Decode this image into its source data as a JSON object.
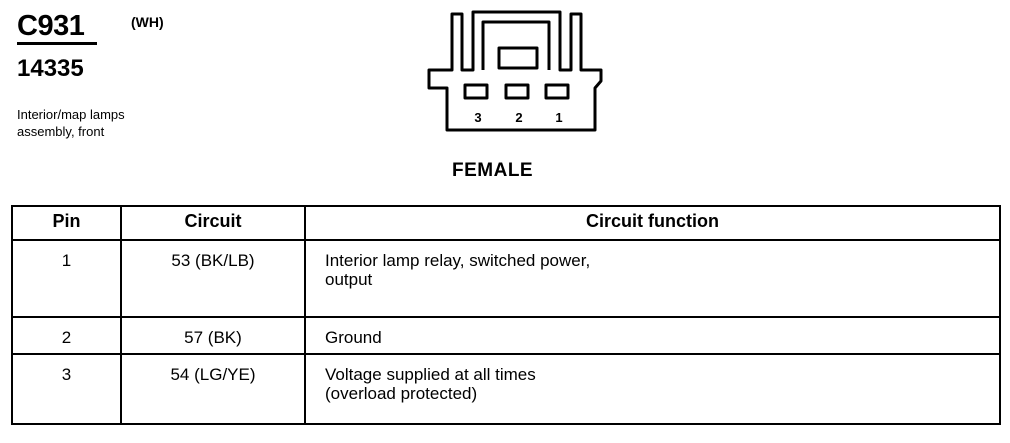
{
  "connector": {
    "id": "C931",
    "color": "(WH)",
    "part_number": "14335",
    "description": [
      "Interior/map lamps",
      "assembly, front"
    ],
    "gender": "FEMALE"
  },
  "diagram": {
    "cavity_numbers": [
      "3",
      "2",
      "1"
    ]
  },
  "table": {
    "headers": {
      "pin": "Pin",
      "circuit": "Circuit",
      "function": "Circuit function"
    },
    "rows": [
      {
        "pin": "1",
        "circuit": "53 (BK/LB)",
        "function": [
          "Interior lamp relay, switched power,",
          "output"
        ]
      },
      {
        "pin": "2",
        "circuit": "57 (BK)",
        "function": [
          "Ground"
        ]
      },
      {
        "pin": "3",
        "circuit": "54 (LG/YE)",
        "function": [
          "Voltage supplied at all times",
          "(overload protected)"
        ]
      }
    ]
  }
}
